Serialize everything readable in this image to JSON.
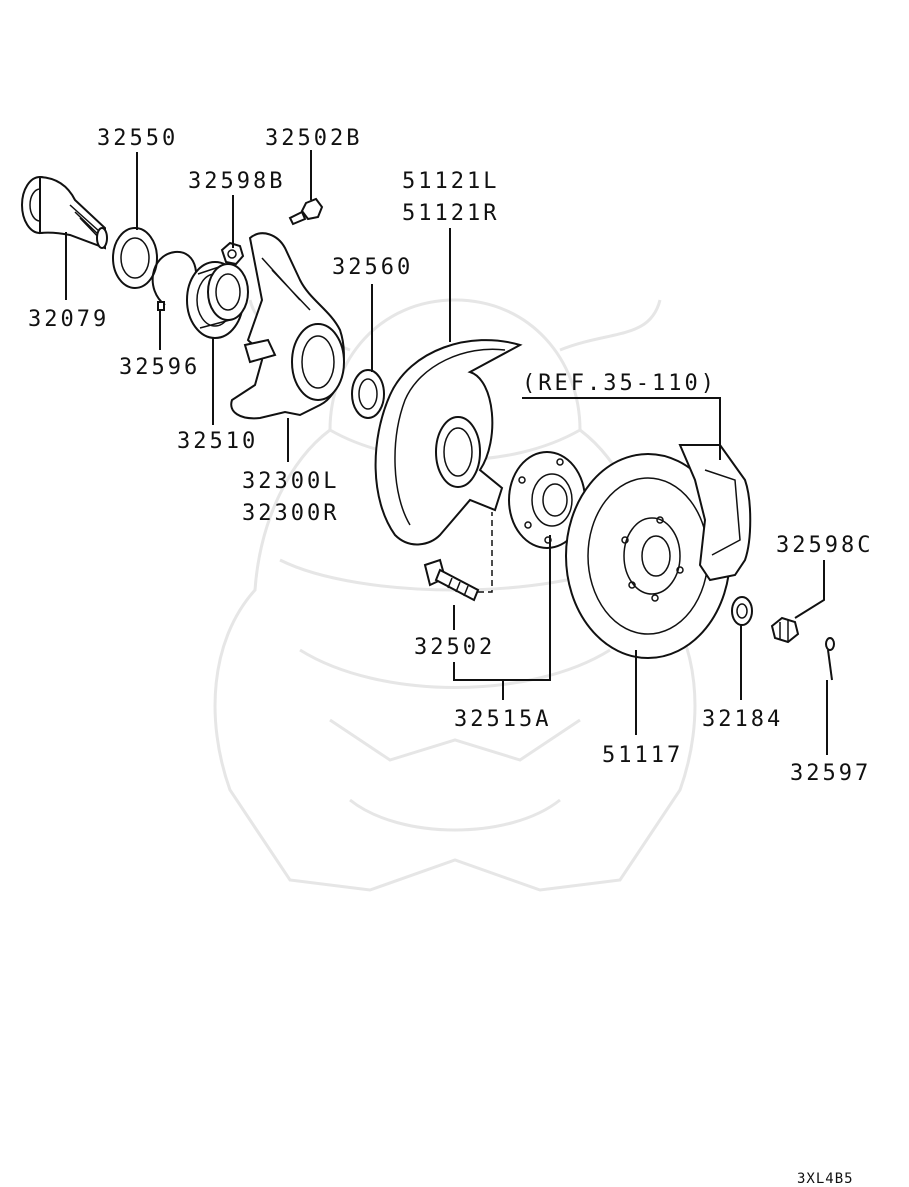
{
  "diagram": {
    "labels": {
      "p32550": "32550",
      "p32502B": "32502B",
      "p32598B": "32598B",
      "p51121L": "51121L",
      "p51121R": "51121R",
      "p32560": "32560",
      "p32079": "32079",
      "p32596": "32596",
      "p32510": "32510",
      "p32300L": "32300L",
      "p32300R": "32300R",
      "ref": "(REF.35-110)",
      "p32598C": "32598C",
      "p32502": "32502",
      "p32515A": "32515A",
      "p51117": "51117",
      "p32184": "32184",
      "p32597": "32597"
    },
    "diagram_code": "3XL4B5"
  }
}
